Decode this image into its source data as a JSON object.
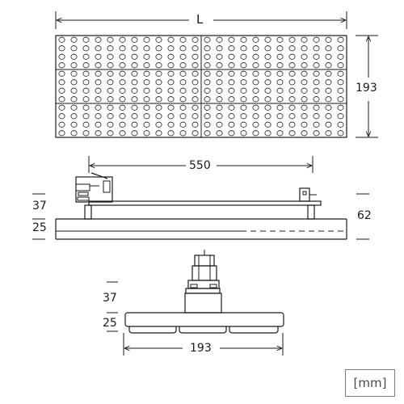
{
  "dimensions": {
    "top_length": "L",
    "top_height": "193",
    "side_span": "550",
    "side_upper": "37",
    "side_lower": "25",
    "side_total": "62",
    "front_upper": "37",
    "front_lower": "25",
    "front_width": "193"
  },
  "unit_label": "[mm]",
  "colors": {
    "line": "#1a1a1a",
    "dim_line": "#2a2a2a",
    "unit_border": "#7a7a7a"
  }
}
